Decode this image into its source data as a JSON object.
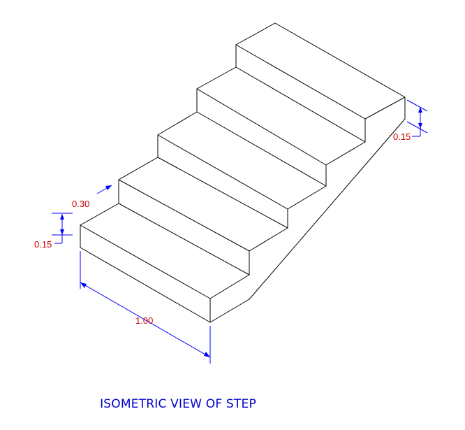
{
  "caption": "ISOMETRIC VIEW OF STEP",
  "dimensions": {
    "riser_height_top": "0.15",
    "tread_depth": "0.30",
    "riser_height_bottom": "0.15",
    "step_width": "1.00"
  },
  "colors": {
    "lines": "#000000",
    "dimension_lines": "#0000ff",
    "dimension_text": "#cc0000",
    "caption": "#0000cc"
  }
}
